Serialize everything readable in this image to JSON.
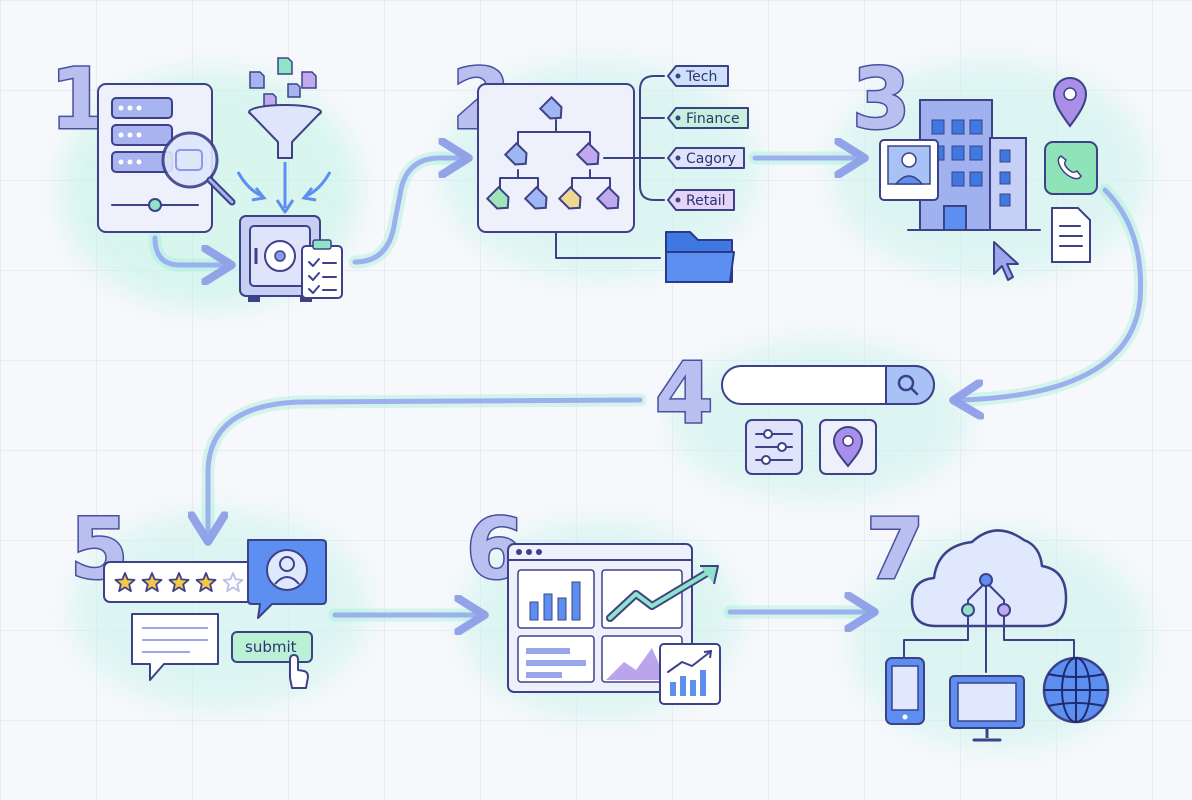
{
  "steps": [
    {
      "number": "1"
    },
    {
      "number": "2"
    },
    {
      "number": "3"
    },
    {
      "number": "4"
    },
    {
      "number": "5"
    },
    {
      "number": "6"
    },
    {
      "number": "7"
    }
  ],
  "step2": {
    "tags": [
      "Tech",
      "Finance",
      "Cagory",
      "Retail"
    ]
  },
  "step5": {
    "submit_label": "submit",
    "rating": {
      "filled": 4,
      "total": 5
    }
  },
  "colors": {
    "background": "#f7f8fc",
    "grid": "#e2e4ee",
    "outline": "#3d4288",
    "panel": "#eef0fb",
    "periwinkle": "#9aa7ee",
    "mint": "#8fe3c6",
    "glow": "#c9f6ea",
    "blue_icon": "#5d8ff0",
    "purple_icon": "#a98fe8",
    "star": "#f5c84a"
  },
  "icons": [
    "server-icon",
    "magnifier-icon",
    "funnel-icon",
    "vault-icon",
    "clipboard-check-icon",
    "tag-tree-icon",
    "tag-icon",
    "folder-icon",
    "building-icon",
    "profile-card-icon",
    "location-pin-icon",
    "phone-icon",
    "document-icon",
    "cursor-icon",
    "search-icon",
    "filter-sliders-icon",
    "star-icon",
    "user-avatar-icon",
    "chat-bubble-icon",
    "hand-pointer-icon",
    "dashboard-window-icon",
    "bar-chart-icon",
    "trend-arrow-icon",
    "cloud-network-icon",
    "smartphone-icon",
    "monitor-icon",
    "globe-icon"
  ]
}
